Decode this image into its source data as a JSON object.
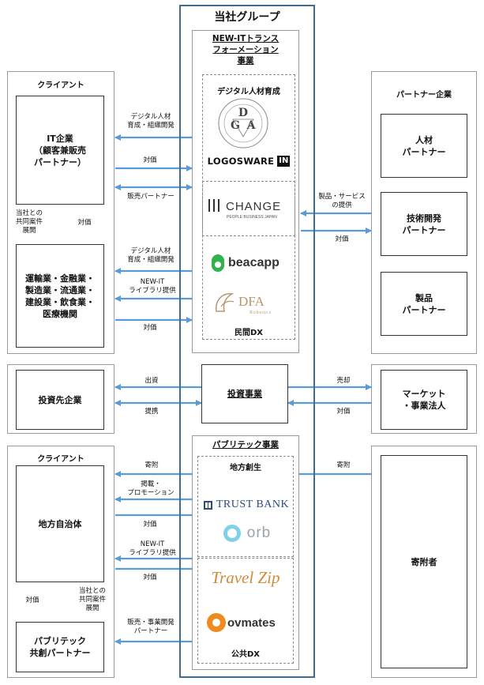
{
  "group": {
    "title": "当社グループ"
  },
  "newit": {
    "title": "NEW-ITトランス\nフォーメーション\n事業",
    "digital_title": "デジタル人材育成",
    "private_dx": "民間DX",
    "logos": {
      "dga_letters": [
        "D",
        "G",
        "A"
      ],
      "logosware": "LOGOSWARE",
      "change": "CHANGE",
      "change_sub": "PEOPLE BUSINESS JAPAN",
      "beacapp": "beacapp",
      "dfa": "DFA",
      "dfa_sub": "Robotics"
    }
  },
  "left_top": {
    "title": "クライアント",
    "it_company": "IT企業\n（顧客兼販売\nパートナー）",
    "industries": "運輸業・金融業・\n製造業・流通業・\n建設業・飲食業・\n医療機関",
    "joint": "当社との\n共同案件\n展開",
    "payment": "対価"
  },
  "partner": {
    "title": "パートナー企業",
    "hr": "人材\nパートナー",
    "tech": "技術開発\nパートナー",
    "product": "製品\nパートナー"
  },
  "invest": {
    "client": "投資先企業",
    "biz": "投資事業",
    "market": "マーケット\n・事業法人"
  },
  "public": {
    "title": "パブリテック事業",
    "regional": "地方創生",
    "dx": "公共DX",
    "logos": {
      "trustbank": "TRUST BANK",
      "orb": "orb",
      "travelzip": "Travel Zip",
      "govmates": "ovmates"
    }
  },
  "left_bottom": {
    "title": "クライアント",
    "local_gov": "地方自治体",
    "cocreate": "パブリテック\n共創パートナー",
    "joint": "当社との\n共同案件\n展開",
    "payment": "対価"
  },
  "donor": {
    "label": "寄附者"
  },
  "arrow_labels": {
    "a1": "デジタル人材\n育成・組織開発",
    "a2": "対価",
    "a3": "販売パートナー",
    "a4": "デジタル人材\n育成・組織開発",
    "a5": "NEW-IT\nライブラリ提供",
    "a6": "対価",
    "p1": "製品・サービス\nの提供",
    "p2": "対価",
    "i1": "出資",
    "i2": "提携",
    "i3": "売却",
    "i4": "対価",
    "g1": "寄附",
    "g2": "寄附",
    "g3": "掲載・\nプロモーション",
    "g4": "対価",
    "g5": "NEW-IT\nライブラリ提供",
    "g6": "対価",
    "g7": "販売・事業開発\nパートナー"
  },
  "colors": {
    "arrow": "#5b9bd5",
    "group_border": "#3f6c8f"
  }
}
